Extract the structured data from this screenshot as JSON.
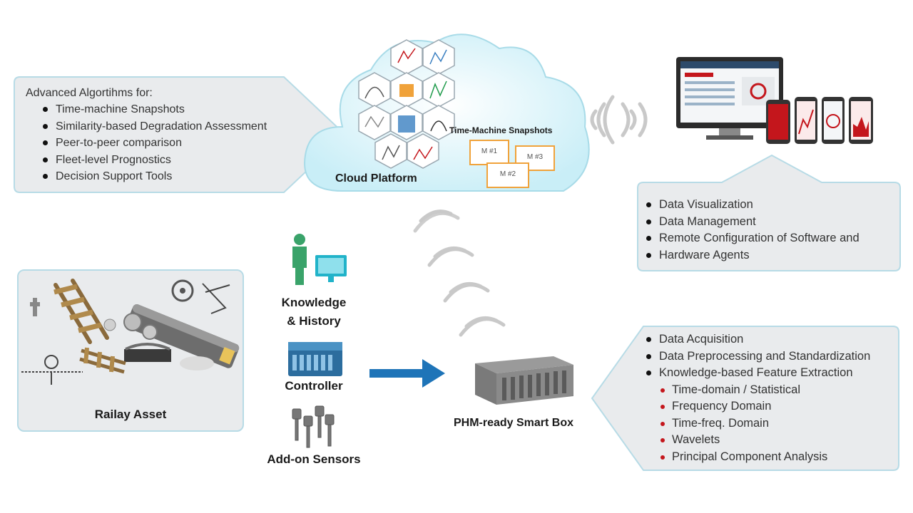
{
  "algorithms": {
    "heading": "Advanced Algortihms for:",
    "items": [
      "Time-machine Snapshots",
      "Similarity-based Degradation Assessment",
      "Peer-to-peer comparison",
      "Fleet-level Prognostics",
      "Decision Support Tools"
    ]
  },
  "cloud": {
    "label": "Cloud Platform",
    "snapshots_label": "Time-Machine Snapshots",
    "cards": [
      "M #1",
      "M #3",
      "M #2"
    ]
  },
  "visualization": {
    "items": [
      "Data Visualization",
      "Data Management",
      "Remote Configuration of Software and",
      "Hardware Agents"
    ]
  },
  "rail_asset": {
    "label": "Railay Asset"
  },
  "inputs": {
    "knowledge_line1": "Knowledge",
    "knowledge_line2": "& History",
    "controller": "Controller",
    "sensors": "Add-on Sensors"
  },
  "smart_box": {
    "label": "PHM-ready Smart Box"
  },
  "processing": {
    "items": [
      "Data Acquisition",
      "Data Preprocessing and Standardization",
      "Knowledge-based Feature Extraction"
    ],
    "sub_items": [
      "Time-domain / Statistical",
      "Frequency Domain",
      "Time-freq. Domain",
      "Wavelets",
      "Principal Component Analysis"
    ]
  },
  "colors": {
    "panel_fill": "#e9ebed",
    "panel_border": "#b7dbe6",
    "cloud_fill": "#d5f0f7",
    "arrow_blue": "#1e74b8",
    "teal": "#21b3c9",
    "accent_red": "#c4161c",
    "card_orange": "#f0a23a"
  }
}
